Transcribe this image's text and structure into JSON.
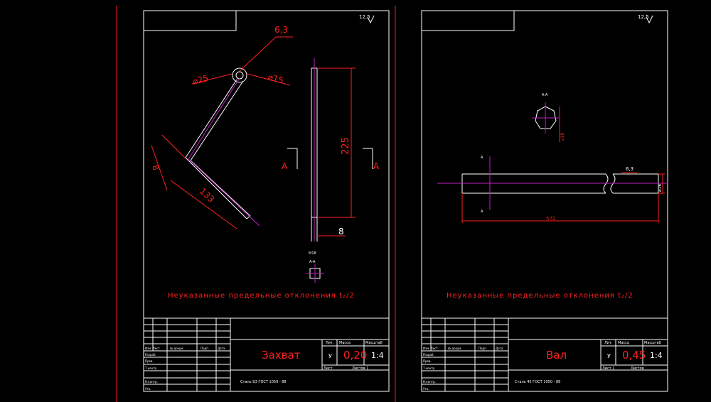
{
  "colors": {
    "background": "#000000",
    "outline": "#ffffff",
    "dimension": "#ff2020",
    "axis": "#c020c0"
  },
  "sheet1": {
    "roughness": "12,5",
    "dims": {
      "rough": "6,3",
      "d25": "⌀25",
      "d15": "⌀15",
      "len225": "225",
      "len133": "133",
      "d8": "8",
      "w8": "8",
      "m18": "M18"
    },
    "section_mark": "A",
    "section_label": "A-A",
    "note": "Неуказанные предельные отклонения t₂/2",
    "title": "Захват",
    "mass": "0,20",
    "scale": "1:4",
    "lit": "У",
    "material": "Сталь Б3 ГОСТ 1050 - 88",
    "sheet_label": "Лист",
    "sheets_label": "Листов 1"
  },
  "sheet2": {
    "roughness": "12,5",
    "dims": {
      "rough": "6,3",
      "length": "572",
      "dia": "⌀16",
      "hex": "⌀18",
      "cut": "A"
    },
    "section_label": "A-A",
    "note": "Неуказанные предельные отклонения t₂/2",
    "title": "Вал",
    "mass": "0,45",
    "scale": "1:4",
    "lit": "У",
    "material": "Сталь 45 ГОСТ 1050 - 88",
    "sheet_label": "Лист 1",
    "sheets_label": "Листов"
  },
  "block_headers": {
    "lit": "Лит.",
    "mass": "Масса",
    "scale": "Масштаб"
  },
  "block_rows": {
    "izm": "Изм. Лист",
    "doc": "№ докум.",
    "sign": "Подп.",
    "date": "Дата",
    "razrab": "Разраб.",
    "prov": "Пров.",
    "tkontr": "Т.контр.",
    "nkontr": "Н.контр.",
    "utv": "Утв."
  }
}
